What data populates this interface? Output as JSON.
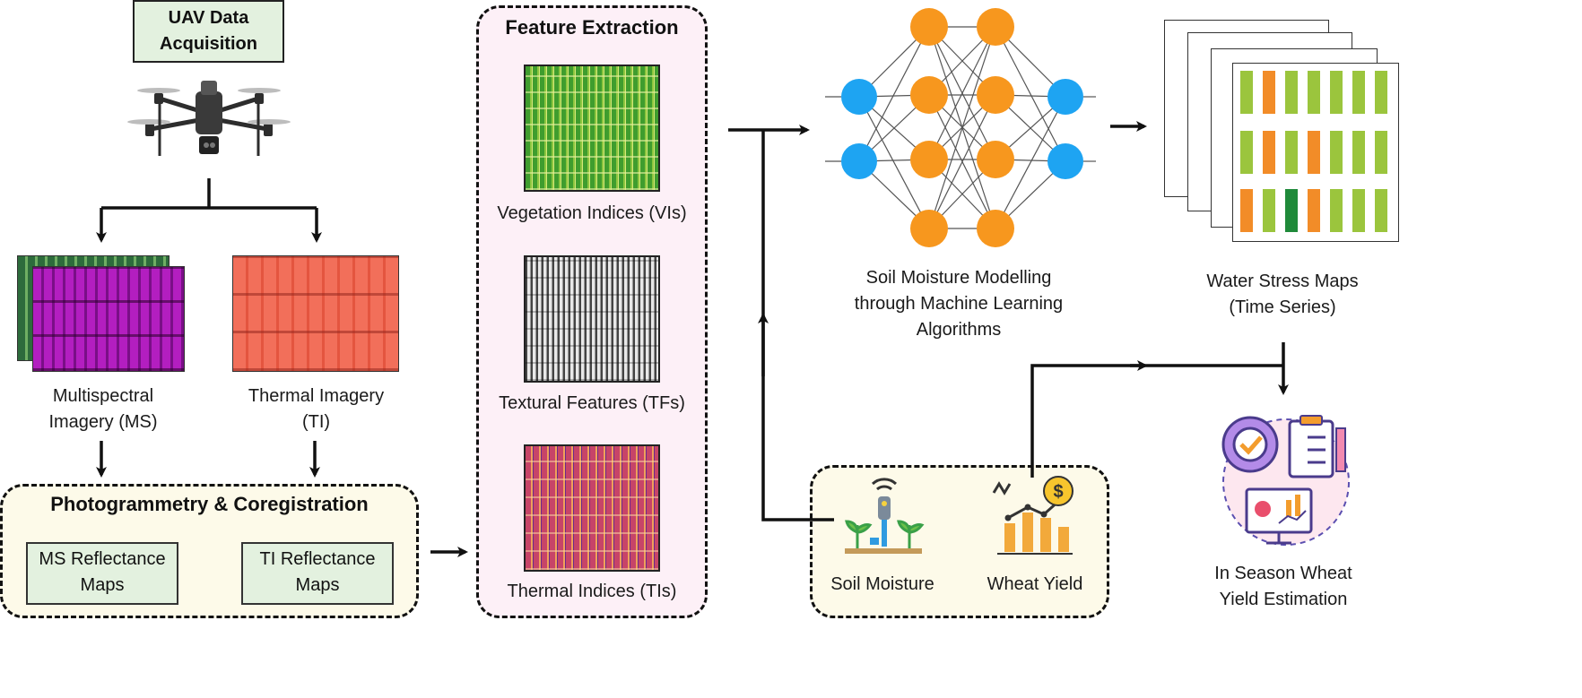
{
  "uav_box": {
    "title": "UAV Data Acquisition"
  },
  "imagery": {
    "ms_label": "Multispectral Imagery (MS)",
    "ti_label": "Thermal Imagery (TI)"
  },
  "photogrammetry": {
    "title": "Photogrammetry & Coregistration",
    "ms_maps": "MS Reflectance Maps",
    "ti_maps": "TI Reflectance Maps"
  },
  "feature_extraction": {
    "title": "Feature Extraction",
    "items": [
      "Vegetation Indices (VIs)",
      "Textural Features (TFs)",
      "Thermal Indices (TIs)"
    ]
  },
  "modelling": {
    "label": "Soil Moisture Modelling through Machine Learning Algorithms"
  },
  "water_stress": {
    "label": "Water Stress Maps (Time Series)"
  },
  "ground_data": {
    "soil_moisture": "Soil Moisture",
    "wheat_yield": "Wheat Yield"
  },
  "estimation": {
    "label": "In Season Wheat Yield Estimation"
  },
  "colors": {
    "green_box": "#e3f1df",
    "pink_box": "#fdf0f7",
    "cream_box": "#fdfae9",
    "input_node": "#1ea4f2",
    "hidden_node": "#f7971e",
    "stress_green": "#9bc53d",
    "stress_orange": "#f28c28",
    "thermal_orange": "#f26f5a",
    "ms_magenta": "#b31ec0"
  },
  "icons": [
    "drone-icon",
    "soil-sensor-icon",
    "yield-chart-icon",
    "yield-estimation-icon"
  ]
}
